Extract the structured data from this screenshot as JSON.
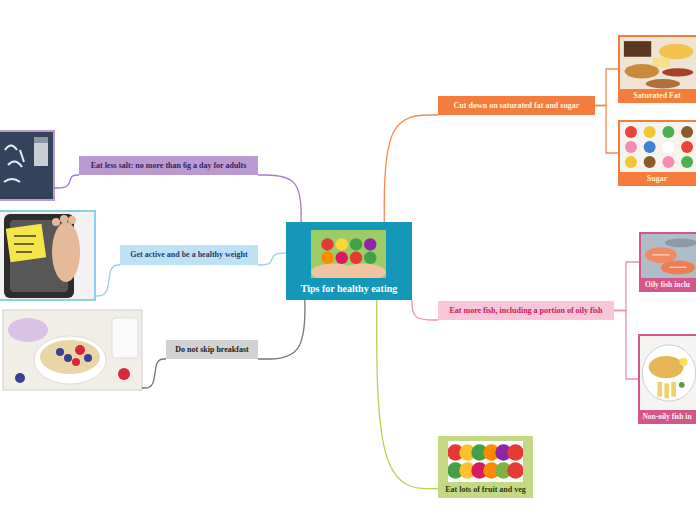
{
  "diagram": {
    "nodes": [
      {
        "text": [
          "Tips for healthy eating"
        ]
      },
      {
        "text": [
          "Cut down on saturated fat and sugar"
        ]
      },
      {
        "text": [
          "Saturated Fat"
        ]
      },
      {
        "text": [
          "Sugar"
        ]
      },
      {
        "text": [
          "Eat more fish, including a portion of oily fish"
        ]
      },
      {
        "text": [
          "Oily fish inclu"
        ]
      },
      {
        "text": [
          "Non-oily fish in"
        ]
      },
      {
        "text": [
          "Eat lots of fruit and veg"
        ]
      },
      {
        "text": [
          "Eat less salt: no more than 6g a day for adults"
        ]
      },
      {
        "text": [
          "Get active and be a healthy weight"
        ]
      },
      {
        "text": [
          "Do not skip breakfast"
        ]
      }
    ],
    "edges": [
      {
        "from": 0,
        "to": 1,
        "arrow": "none"
      },
      {
        "from": 1,
        "to": 2,
        "arrow": "none"
      },
      {
        "from": 1,
        "to": 3,
        "arrow": "none"
      },
      {
        "from": 0,
        "to": 4,
        "arrow": "none"
      },
      {
        "from": 4,
        "to": 5,
        "arrow": "none"
      },
      {
        "from": 4,
        "to": 6,
        "arrow": "none"
      },
      {
        "from": 0,
        "to": 7,
        "arrow": "none"
      },
      {
        "from": 0,
        "to": 8,
        "arrow": "none"
      },
      {
        "from": 0,
        "to": 9,
        "arrow": "none"
      },
      {
        "from": 0,
        "to": 10,
        "arrow": "none"
      }
    ]
  }
}
